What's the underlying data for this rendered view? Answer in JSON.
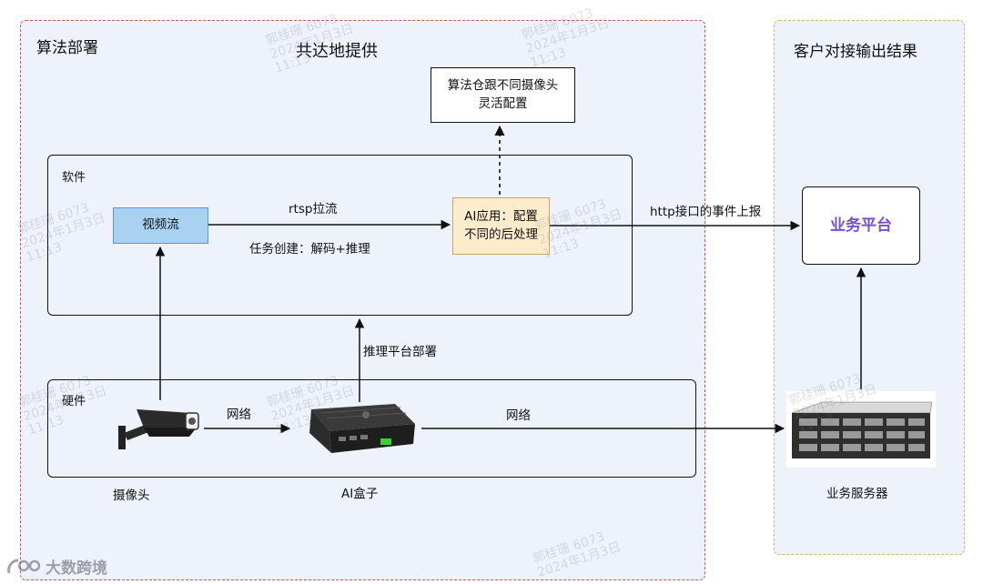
{
  "regions": {
    "left": {
      "title": "算法部署",
      "subtitle": "共达地提供"
    },
    "right": {
      "title": "客户对接输出结果"
    }
  },
  "boxes": {
    "software": {
      "label": "软件"
    },
    "hardware": {
      "label": "硬件"
    }
  },
  "nodes": {
    "algo_repo": {
      "line1": "算法仓跟不同摄像头",
      "line2": "灵活配置"
    },
    "video_stream": {
      "label": "视频流"
    },
    "ai_app": {
      "line1": "AI应用：配置",
      "line2": "不同的后处理"
    },
    "biz_platform": {
      "label": "业务平台"
    }
  },
  "edges": {
    "rtsp": "rtsp拉流",
    "task": "任务创建：解码+推理",
    "http": "http接口的事件上报",
    "infer_deploy": "推理平台部署",
    "net1": "网络",
    "net2": "网络"
  },
  "devices": {
    "camera": "摄像头",
    "ai_box": "AI盒子",
    "server": "业务服务器"
  },
  "watermark": {
    "name": "郭桂珊 6073",
    "date": "2024年1月3日",
    "time": "11:13",
    "brand": "大数跨境"
  },
  "colors": {
    "region_fill": "#eef2fb",
    "left_border": "#e0505a",
    "right_border": "#c9b878",
    "video_fill": "#a9d2f0",
    "video_border": "#5b9bd5",
    "ai_app_fill": "#fbeccb",
    "ai_app_border": "#c9a85a",
    "platform_text": "#7b4fc9"
  }
}
